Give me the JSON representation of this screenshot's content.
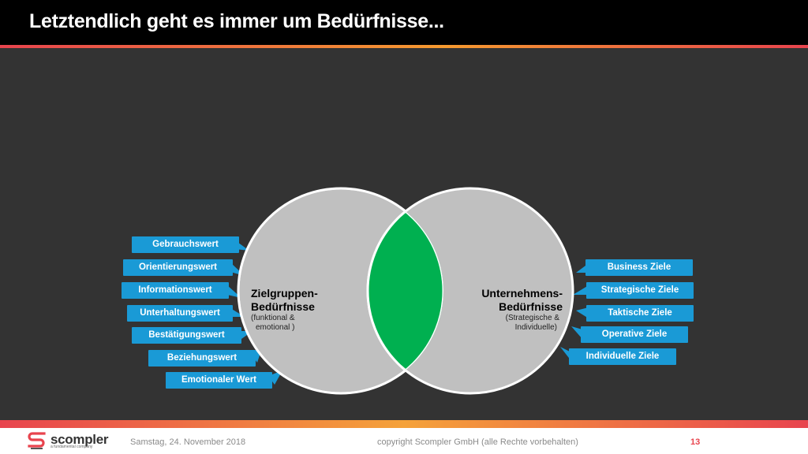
{
  "slide": {
    "title": "Letztendlich geht es immer um Bedürfnisse..."
  },
  "diagram": {
    "left_circle": {
      "title_line1": "Zielgruppen-",
      "title_line2": "Bedürfnisse",
      "sub_line1": "(funktional &",
      "sub_line2": "emotional )"
    },
    "right_circle": {
      "title_line1": "Unternehmens-",
      "title_line2": "Bedürfnisse",
      "sub_line1": "(Strategische &",
      "sub_line2": "Individuelle)"
    },
    "left_tags": [
      "Gebrauchswert",
      "Orientierungswert",
      "Informationswert",
      "Unterhaltungswert",
      "Bestätigungswert",
      "Beziehungswert",
      "Emotionaler Wert"
    ],
    "right_tags": [
      "Business Ziele",
      "Strategische Ziele",
      "Taktische Ziele",
      "Operative Ziele",
      "Individuelle Ziele"
    ],
    "colors": {
      "circle_fill": "#c0c0c0",
      "intersection_fill": "#00b050",
      "tag_fill": "#1a9ad6"
    }
  },
  "footer": {
    "logo": "scompler",
    "logo_sub": "a fundamental company",
    "date": "Samstag, 24. November 2018",
    "copyright": "copyright Scompler GmbH (alle Rechte vorbehalten)",
    "page_number": "13"
  }
}
